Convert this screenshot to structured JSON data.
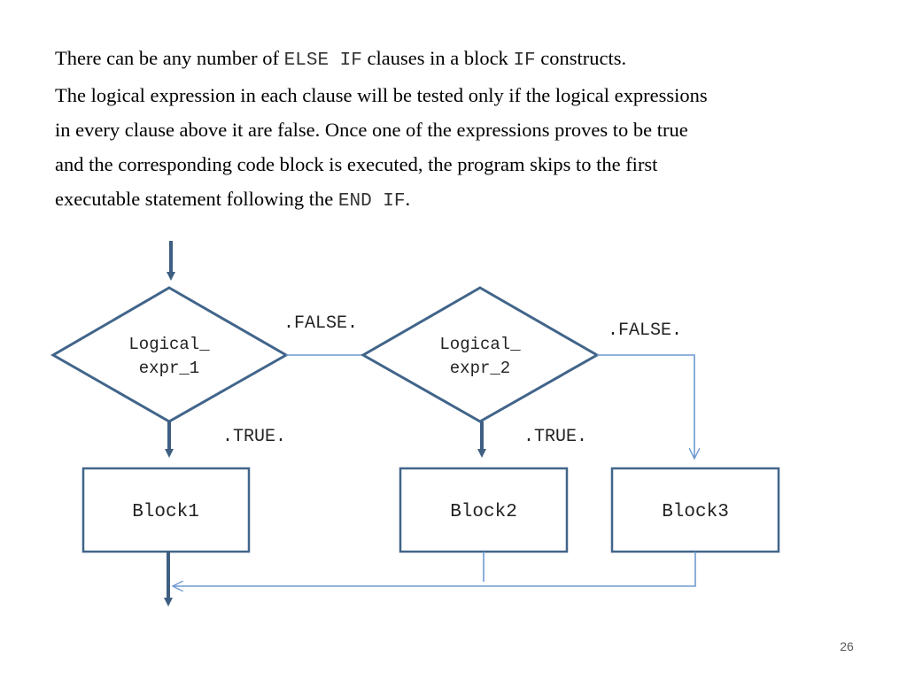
{
  "paragraph": {
    "line1": {
      "before": "There can be any number of ",
      "code1": "ELSE IF",
      "middle": " clauses in a block ",
      "code2": "IF",
      "after": " constructs."
    },
    "line2": "The logical expression in each clause will be tested only if the logical expressions",
    "line3": "in every clause above it are false. Once one of the expressions proves to be true",
    "line4": "and the corresponding code block is executed, the program skips to the first",
    "line5": {
      "before": "executable statement following the ",
      "code": "END IF",
      "after": "."
    }
  },
  "flowchart": {
    "decision1": {
      "line1": "Logical_",
      "line2": "expr_1"
    },
    "decision2": {
      "line1": "Logical_",
      "line2": "expr_2"
    },
    "false_label_1": ".FALSE.",
    "false_label_2": ".FALSE.",
    "true_label_1": ".TRUE.",
    "true_label_2": ".TRUE.",
    "block1": "Block1",
    "block2": "Block2",
    "block3": "Block3"
  },
  "colors": {
    "shape_stroke": "#41658a",
    "thin_connector": "#6f9ad1",
    "thick_arrow": "#3f5f82"
  },
  "page_number": "26"
}
